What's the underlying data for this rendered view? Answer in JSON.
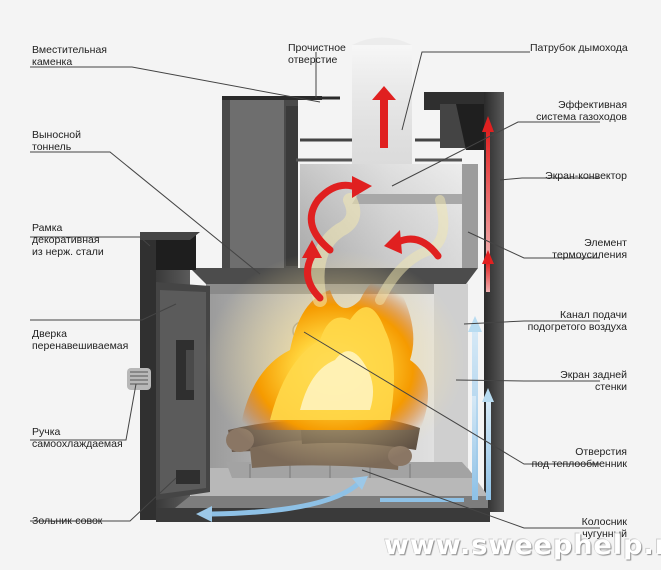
{
  "labels": {
    "kamenka": "Вместительная\nкаменка",
    "otverstie": "Прочистное\nотверстие",
    "patrubok": "Патрубок дымохода",
    "gazohody": "Эффективная\nсистема газоходов",
    "tonnel": "Выносной\nтоннель",
    "ekran_konvektor": "Экран-конвектор",
    "ramka": "Рамка\nдекоративная\nиз нерж. стали",
    "element": "Элемент\nтермоусиления",
    "kanal": "Канал подачи\nподогретого воздуха",
    "dverka": "Дверка\nперенавешиваемая",
    "ekran_zadney": "Экран задней\nстенки",
    "ruchka": "Ручка\nсамоохлаждаемая",
    "otverstiya": "Отверстия\nпод теплообменник",
    "zolnik": "Зольник-совок",
    "kolosnik": "Колосник\nчугунный"
  },
  "watermark": "www.sweephelp.ru",
  "colors": {
    "hot_arrow": "#e02020",
    "cold_arrow": "#a8cfe8",
    "steel_dark": "#3a3a3a",
    "steel_light": "#d8d8d8",
    "flame": "#f5a300"
  }
}
